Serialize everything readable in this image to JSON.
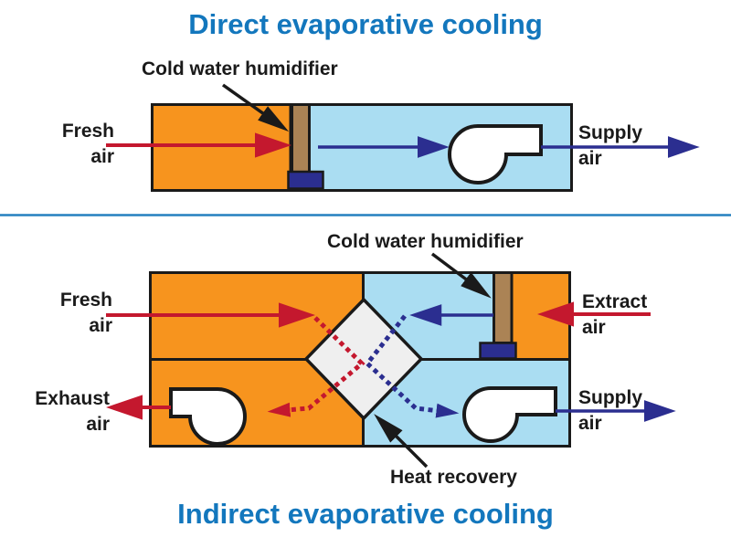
{
  "top_diagram": {
    "title": "Direct evaporative cooling",
    "humidifier_label": "Cold water humidifier",
    "fresh_air": [
      "Fresh",
      "air"
    ],
    "supply_air": [
      "Supply",
      "air"
    ]
  },
  "bottom_diagram": {
    "title": "Indirect evaporative cooling",
    "humidifier_label": "Cold water humidifier",
    "heat_recovery_label": "Heat recovery",
    "fresh_air": [
      "Fresh",
      "air"
    ],
    "extract_air": [
      "Extract",
      "air"
    ],
    "exhaust_air": [
      "Exhaust",
      "air"
    ],
    "supply_air": [
      "Supply",
      "air"
    ]
  },
  "colors": {
    "title_blue": "#1377BD",
    "section_divider_blue": "#2580BF",
    "duct_orange": "#F7941E",
    "duct_light_blue": "#AADDF2",
    "humidifier_brown": "#AB8355",
    "water_basin_navy": "#2B2E90",
    "warm_air_red": "#C4182E",
    "cool_air_navy": "#2B2E90",
    "outline_black": "#1A1A1A",
    "heat_exchanger_gray": "#EFEFEF",
    "fan_white": "#FFFFFF"
  }
}
